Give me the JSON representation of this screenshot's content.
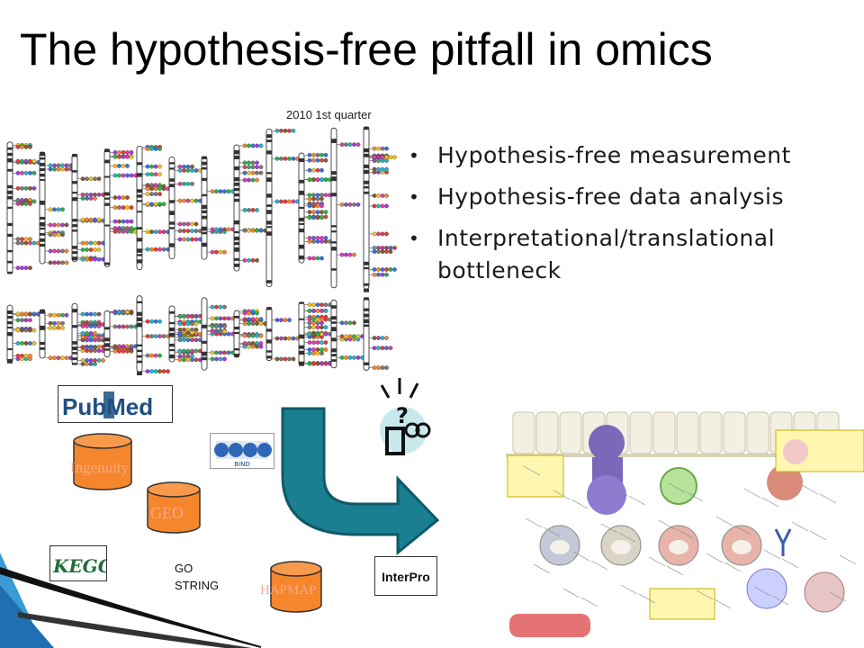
{
  "slide": {
    "title": "The hypothesis-free pitfall in omics",
    "bullets": [
      "Hypothesis-free measurement",
      "Hypothesis-free data analysis",
      "Interpretational/translational bottleneck"
    ]
  },
  "karyogram": {
    "label": "2010 1st quarter"
  },
  "databases": {
    "pubmed": "PubMed",
    "ingenuity": "Ingenuity",
    "geo": "GEO",
    "bind": "BIND",
    "kegg": "KEGG",
    "go_string": [
      "GO",
      "STRING"
    ],
    "hapmap": "HAPMAP",
    "interpro": "InterPro"
  },
  "icons": {
    "question": "?"
  },
  "colors": {
    "cylinder": "#f5862b",
    "arrow": "#1b7f92",
    "arrow_edge": "#0f5a68",
    "accent_blue": "#1f6fb2"
  }
}
